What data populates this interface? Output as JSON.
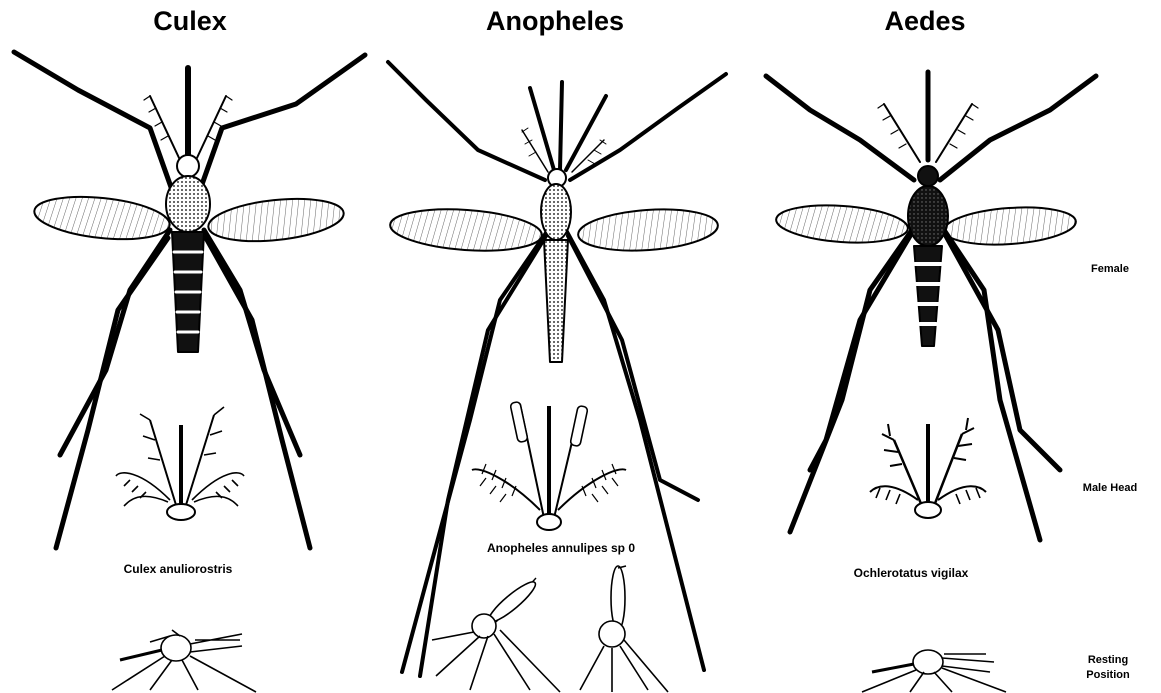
{
  "columns": [
    {
      "genus": "Culex",
      "species": "Culex anuliorostris"
    },
    {
      "genus": "Anopheles",
      "species": "Anopheles annulipes sp 0"
    },
    {
      "genus": "Aedes",
      "species": "Ochlerotatus vigilax"
    }
  ],
  "row_labels": {
    "female": "Female",
    "male_head": "Male Head",
    "resting_line1": "Resting",
    "resting_line2": "Position"
  }
}
